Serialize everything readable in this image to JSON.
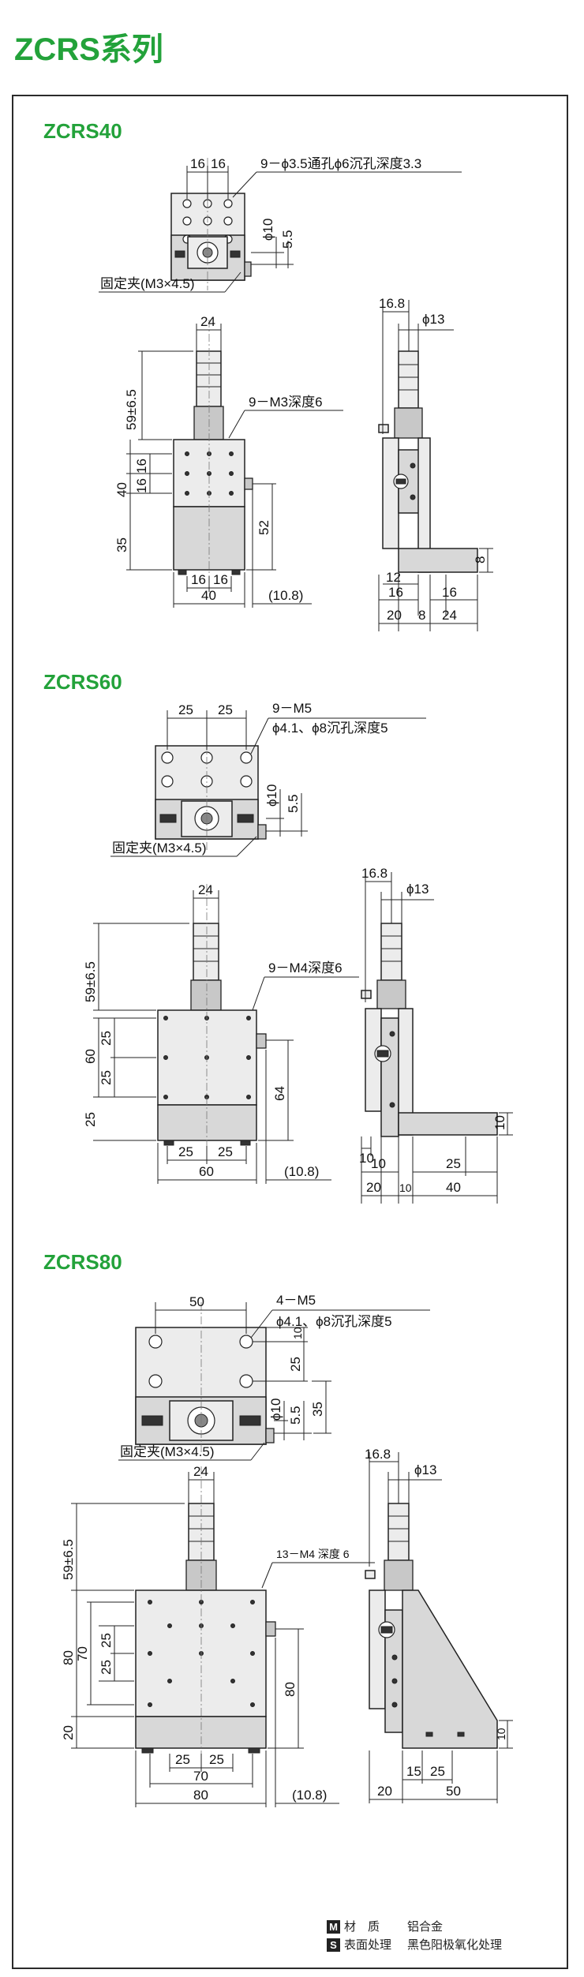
{
  "page_title": "ZCRS系列",
  "sections": [
    {
      "title": "ZCRS40",
      "top_dims": [
        "16",
        "16"
      ],
      "hole_note": "9－ϕ3.5通孔ϕ6沉孔深度3.3",
      "dia10": "ϕ10",
      "dim5_5": "5.5",
      "clamp_note": "固定夹(M3×4.5)",
      "front": {
        "w24": "24",
        "h59": "59±6.5",
        "tap_note": "9－M3深度6",
        "h40": "40",
        "h16a": "16",
        "h16b": "16",
        "h35": "35",
        "h52": "52",
        "b16a": "16",
        "b16b": "16",
        "b40": "40",
        "b108": "(10.8)"
      },
      "side": {
        "d168": "16.8",
        "d13": "ϕ13",
        "d8": "8",
        "d12": "12",
        "d16a": "16",
        "d16b": "16",
        "d20": "20",
        "d8b": "8",
        "d24": "24"
      }
    },
    {
      "title": "ZCRS60",
      "top_dims": [
        "25",
        "25"
      ],
      "hole_note1": "9－M5",
      "hole_note2": "ϕ4.1、ϕ8沉孔深度5",
      "dia10": "ϕ10",
      "dim5_5": "5.5",
      "clamp_note": "固定夹(M3×4.5)",
      "front": {
        "w24": "24",
        "h59": "59±6.5",
        "tap_note": "9－M4深度6",
        "h60": "60",
        "h25a": "25",
        "h25b": "25",
        "h25c": "25",
        "h64": "64",
        "b25a": "25",
        "b25b": "25",
        "b60": "60",
        "b108": "(10.8)"
      },
      "side": {
        "d168": "16.8",
        "d13": "ϕ13",
        "d10": "10",
        "d10b": "10",
        "d10c": "10",
        "d25": "25",
        "d20": "20",
        "d10d": "10",
        "d40": "40"
      }
    },
    {
      "title": "ZCRS80",
      "top_dims": [
        "50"
      ],
      "hole_note1": "4－M5",
      "hole_note2": "ϕ4.1、ϕ8沉孔深度5",
      "d10r": "10",
      "d25r": "25",
      "dia10": "ϕ10",
      "dim5_5": "5.5",
      "d35": "35",
      "clamp_note": "固定夹(M3×4.5)",
      "front": {
        "w24": "24",
        "h59": "59±6.5",
        "tap_note": "13－M4 深度 6",
        "h80": "80",
        "h70": "70",
        "h25a": "25",
        "h25b": "25",
        "h20": "20",
        "h80r": "80",
        "b25a": "25",
        "b25b": "25",
        "b70": "70",
        "b80": "80",
        "b108": "(10.8)"
      },
      "side": {
        "d168": "16.8",
        "d13": "ϕ13",
        "d10": "10",
        "d20": "20",
        "d15": "15",
        "d25": "25",
        "d50": "50"
      }
    }
  ],
  "legend": [
    {
      "key": "M",
      "label": "材　质",
      "value": "铝合金"
    },
    {
      "key": "S",
      "label": "表面处理",
      "value": "黑色阳极氧化处理"
    }
  ]
}
